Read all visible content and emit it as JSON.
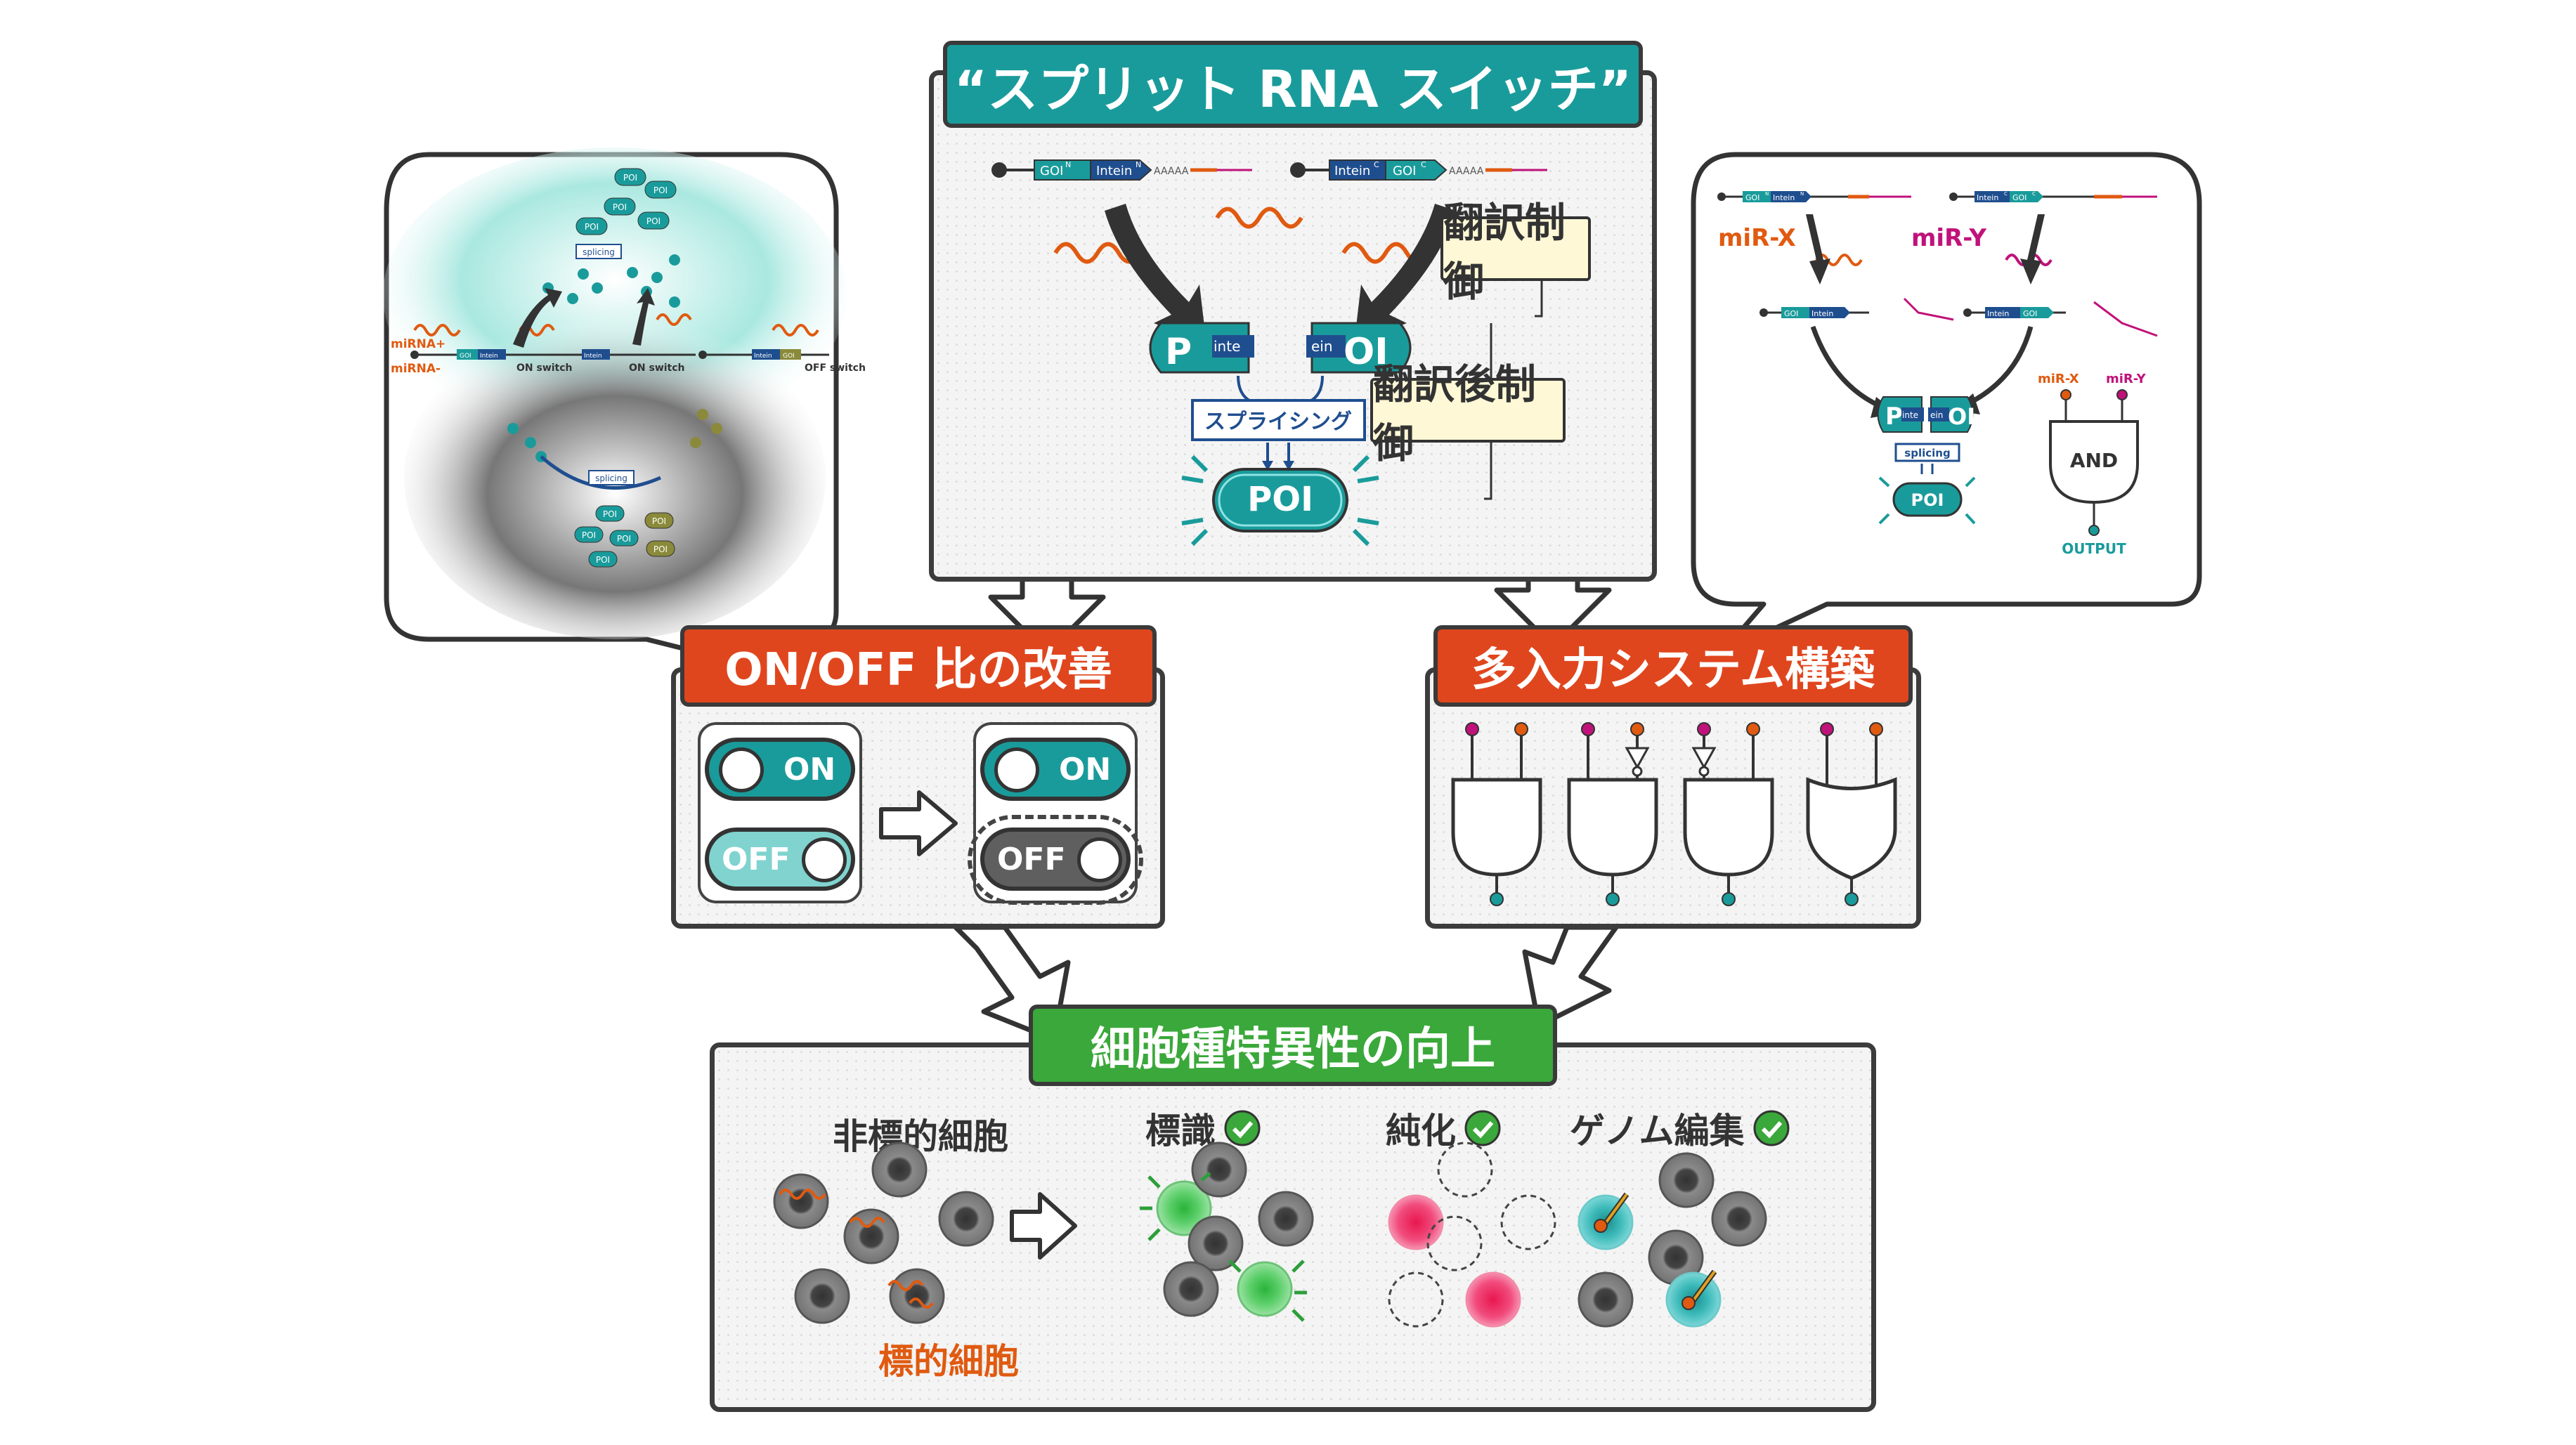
{
  "colors": {
    "teal": "#1a9b9b",
    "orange": "#e0461e",
    "green": "#3aa83a",
    "dark_blue": "#1f4e8f",
    "magenta": "#c0127a",
    "mirna_orange": "#e05a10"
  },
  "top": {
    "title": "“スプリット RNA スイッチ”",
    "construct_left": {
      "goi": "GOI",
      "goi_sup": "N",
      "intein": "Intein",
      "intein_sup": "N"
    },
    "construct_right": {
      "intein": "Intein",
      "intein_sup": "C",
      "goi": "GOI",
      "goi_sup": "C"
    },
    "polya": "AAAAA",
    "translation_control": "翻訳制御",
    "post_translation_control": "翻訳後制御",
    "half_left_p": "P",
    "half_left_intein": "inte",
    "half_right_intein": "ein",
    "half_right_oi": "OI",
    "splicing_label": "スプライシング",
    "poi_label": "POI"
  },
  "left_bubble": {
    "mirna_plus": "miRNA+",
    "mirna_minus": "miRNA-",
    "on_switch_1": "ON switch",
    "on_switch_2": "ON switch",
    "off_switch": "OFF switch",
    "splicing_top": "splicing",
    "splicing_bottom": "splicing",
    "poi": "POI",
    "goi": "GOI",
    "intein": "Intein"
  },
  "right_bubble": {
    "mir_x": "miR-X",
    "mir_y": "miR-Y",
    "goi": "GOI",
    "goi_sup_n": "N",
    "goi_sup_c": "C",
    "intein": "Intein",
    "intein_sup_n": "N",
    "intein_sup_c": "C",
    "half_p": "P",
    "half_intein": "inte",
    "half_intein_r": "ein",
    "half_oi": "OI",
    "splicing": "splicing",
    "poi": "POI",
    "gate_in_x": "miR-X",
    "gate_in_y": "miR-Y",
    "gate_label": "AND",
    "gate_output": "OUTPUT"
  },
  "onoff_panel": {
    "title": "ON/OFF 比の改善",
    "on_label": "ON",
    "off_label": "OFF",
    "on_label_2": "ON",
    "off_label_2": "OFF"
  },
  "multi_panel": {
    "title": "多入力システム構築"
  },
  "bottom_panel": {
    "title": "細胞種特異性の向上",
    "non_target": "非標的細胞",
    "target": "標的細胞",
    "labeling": "標識",
    "purification": "純化",
    "genome_editing": "ゲノム編集"
  }
}
